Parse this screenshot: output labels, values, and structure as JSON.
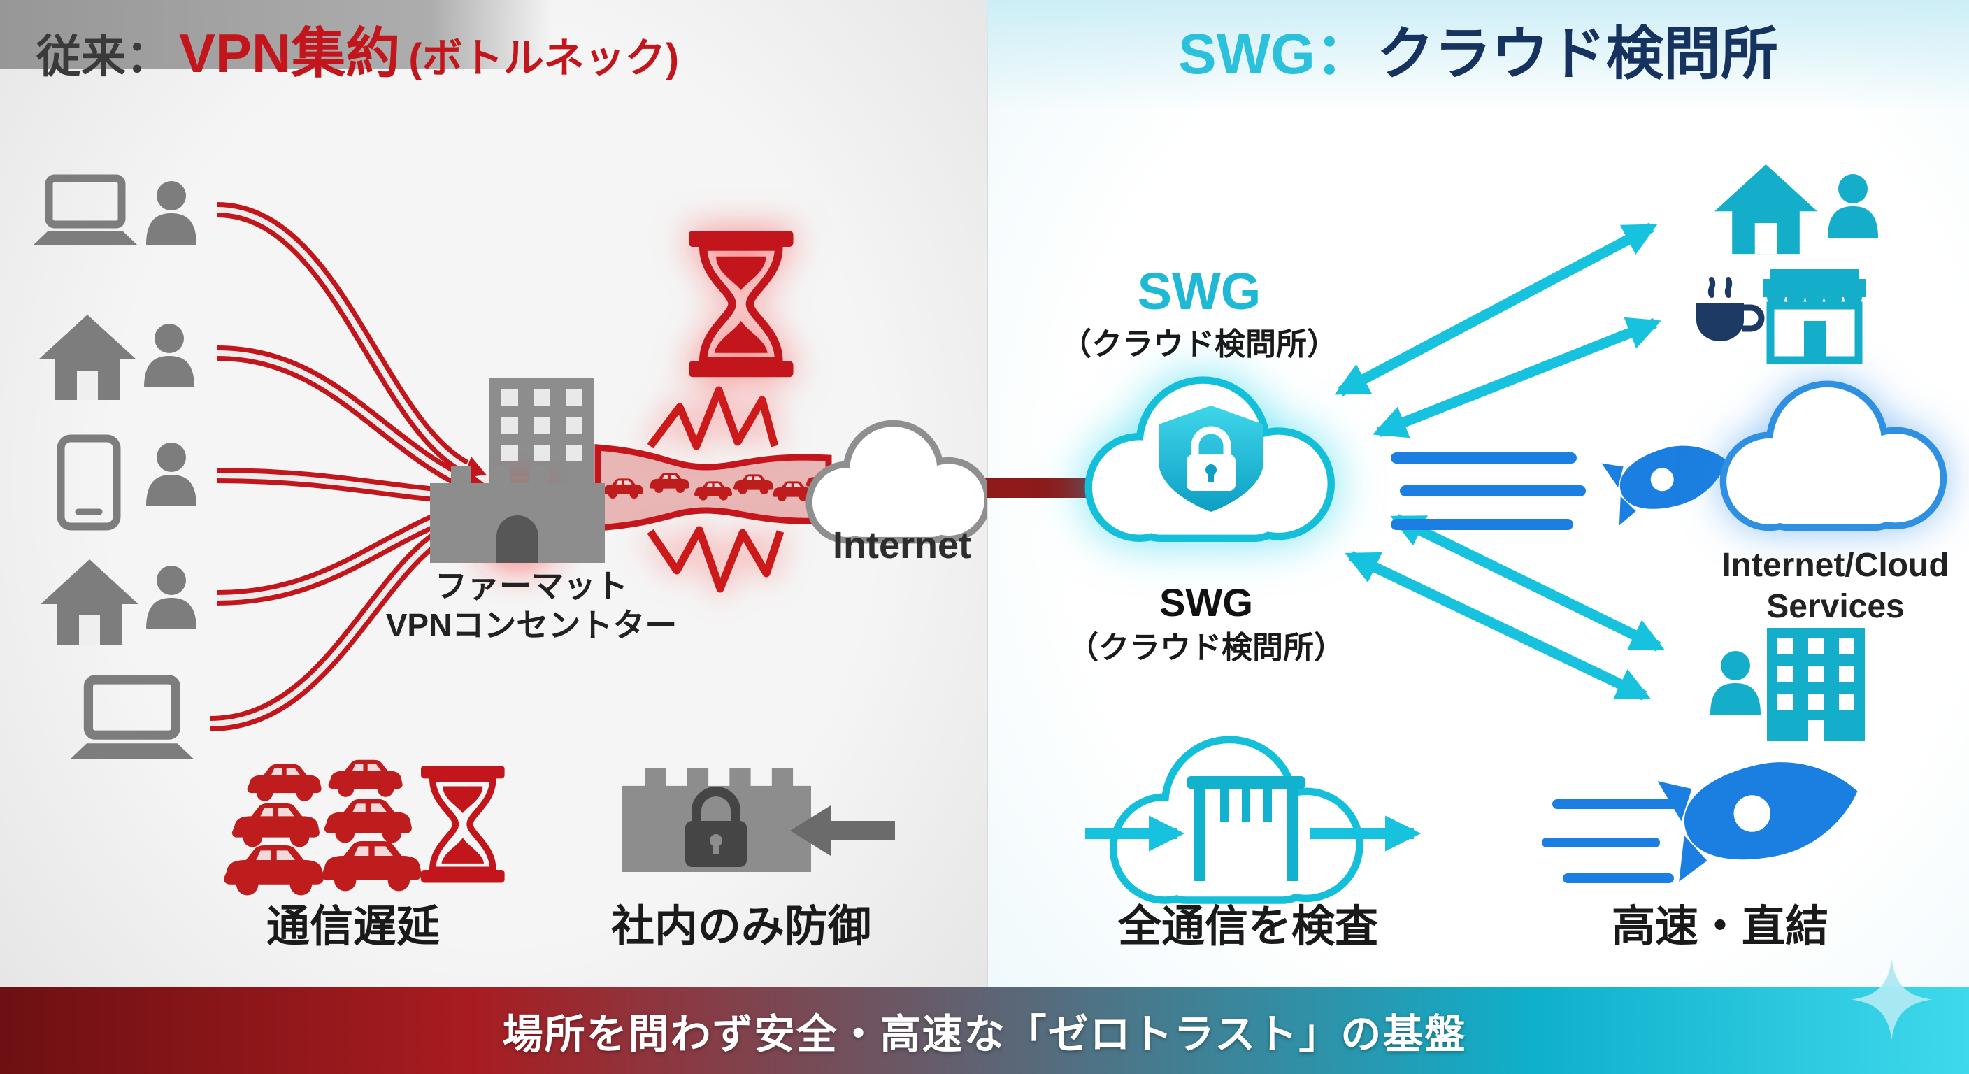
{
  "meta": {
    "type": "comparison-infographic",
    "language": "ja"
  },
  "colors": {
    "accent_red": "#c3161c",
    "dark_red": "#8e1a1a",
    "accent_cyan": "#16c2de",
    "accent_blue": "#1a7fe0",
    "navy": "#16325f",
    "gray": "#7d7d7d",
    "text_dark": "#1a1a1a"
  },
  "header": {
    "left": {
      "prefix": "従来：",
      "main": "VPN集約",
      "suffix": "(ボトルネック)"
    },
    "right": {
      "prefix": "SWG：",
      "main": "クラウド検問所"
    }
  },
  "left_panel": {
    "source_icons": [
      "laptop-user",
      "home-user",
      "smartphone-user",
      "home-user",
      "laptop"
    ],
    "concentrator_label_line1": "ファーマット",
    "concentrator_label_line2": "VPNコンセントター",
    "internet_label": "Internet",
    "issue_delay_label": "通信遅延",
    "issue_defense_label": "社内のみ防御"
  },
  "right_panel": {
    "swg_top_title": "SWG",
    "swg_top_subtitle": "（クラウド検問所）",
    "swg_cloud_label": "SWG",
    "swg_cloud_sublabel": "（クラウド検問所）",
    "destinations": [
      "home-user",
      "cafe-store",
      "internet-cloud-services",
      "user-office-building"
    ],
    "cloud_services_label_line1": "Internet/Cloud",
    "cloud_services_label_line2": "Services",
    "benefit_inspect_label": "全通信を検査",
    "benefit_fast_label": "高速・直結"
  },
  "footer": {
    "text": "場所を問わず安全・高速な「ゼロトラスト」の基盤"
  }
}
